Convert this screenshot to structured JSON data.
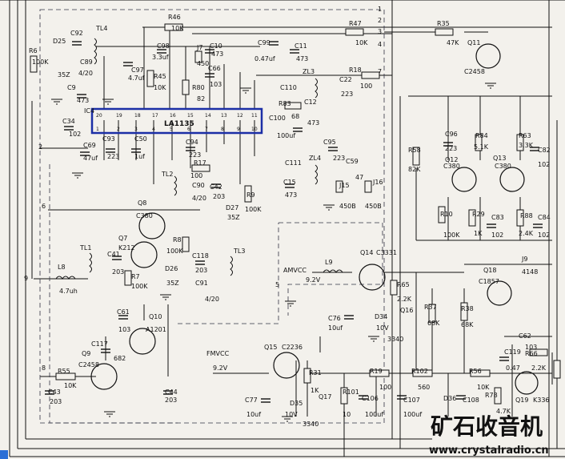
{
  "ic": {
    "ref": "IC4",
    "part": "LA1135",
    "pins_top": [
      "20",
      "19",
      "18",
      "17",
      "16",
      "15",
      "14",
      "13",
      "12",
      "11"
    ],
    "pins_bottom": [
      "1",
      "2",
      "3",
      "4",
      "5",
      "6",
      "7",
      "8",
      "9",
      "10"
    ]
  },
  "nets": [
    "1",
    "2",
    "3",
    "4",
    "5",
    "6",
    "7",
    "8",
    "9",
    "2"
  ],
  "supplies": {
    "am": "AMVCC",
    "am_v": "9.2V",
    "fm": "FMVCC",
    "fm_v": "9.2V"
  },
  "labels": {
    "r46": "R46",
    "r46v": "10K",
    "r47": "R47",
    "r47v": "10K",
    "r35": "R35",
    "r35v": "47K",
    "q11": "Q11",
    "q11p": "C2458",
    "r6": "R6",
    "r6v": "100K",
    "d25": "D25",
    "d25p": "35Z",
    "c92": "C92",
    "c89": "C89",
    "c89v": "4/20",
    "tl4": "TL4",
    "c98": "C98",
    "c98v": "3.3uf",
    "c97": "C97",
    "c97v": "4.7uf",
    "r45": "R45",
    "r45v": "10K",
    "j7": "J7",
    "j7v": "450",
    "r80": "R80",
    "r80v": "82",
    "c10": "C10",
    "c10v": "473",
    "c66": "C66",
    "c66v": "103",
    "c99": "C99",
    "c99v": "0.47uf",
    "c11": "C11",
    "c11v": "473",
    "c9": "C9",
    "c9v": "473",
    "c34": "C34",
    "c34v": "102",
    "zl3": "ZL3",
    "c22": "C22",
    "c22v": "223",
    "r18": "R18",
    "r18v": "100",
    "c110": "C110",
    "r83": "R83",
    "c12": "C12",
    "c12v": "68",
    "c12b": "473",
    "c100": "C100",
    "c100v": "100uf",
    "c69": "C69",
    "c69v": "47uf",
    "c93": "C93",
    "c93v": "223",
    "c50": "C50",
    "c50v": "1uf",
    "c94": "C94",
    "c94v": "223",
    "c95": "C95",
    "c95v": "223",
    "r17": "R17",
    "tl2": "TL2",
    "r17v": "100",
    "c90": "C90",
    "c90v": "4/20",
    "c42": "C42",
    "c42v": "203",
    "d27": "D27",
    "d27p": "35Z",
    "r9": "R9",
    "r9v": "100K",
    "c111": "C111",
    "zl4": "ZL4",
    "c59": "C59",
    "c59v": "47",
    "j15": "J15",
    "j15v": "450B",
    "j16": "J16",
    "j16v": "450B",
    "c15": "C15",
    "c15v": "473",
    "q8": "Q8",
    "q8p": "C380",
    "r8": "R8",
    "r8v": "100K",
    "tl1": "TL1",
    "l8": "L8",
    "l8v": "4.7uh",
    "q7": "Q7",
    "q7p": "K212",
    "c41": "C41",
    "c41v": "203",
    "r7": "R7",
    "r7v": "100K",
    "c118": "C118",
    "c118v": "203",
    "d26": "D26",
    "d26p": "35Z",
    "c91": "C91",
    "c91v": "4/20",
    "tl3": "TL3",
    "c61": "C61",
    "c61v": "103",
    "q10": "Q10",
    "q10p": "A1201",
    "c117": "C117",
    "c117v": "682",
    "q9": "Q9",
    "q9p": "C2458",
    "r55": "R55",
    "r55v": "10K",
    "c43": "C43",
    "c43v": "203",
    "c44": "C44",
    "c44v": "203",
    "l9": "L9",
    "q14": "Q14",
    "q14p": "C3331",
    "r65": "R65",
    "r65v": "2.2K",
    "c76": "C76",
    "c76v": "10uf",
    "d34": "D34",
    "d34v": "10V",
    "q16": "Q16",
    "q16p": "3340",
    "r58": "R58",
    "r58v": "82K",
    "c96": "C96",
    "c96v": "223",
    "r84": "R84",
    "r84v": "5.1K",
    "q12": "Q12",
    "q12p": "C380",
    "r63": "R63",
    "r63v": "3.3K",
    "q13": "Q13",
    "q13p": "C380",
    "c82": "C82",
    "c82v": "102",
    "r10": "R10",
    "r10v": "100K",
    "r29": "R29",
    "r29v": "1K",
    "c83": "C83",
    "c83v": "102",
    "r88": "R88",
    "r88v": "2.4K",
    "c84": "C84",
    "c84v": "102",
    "q18": "Q18",
    "q18p": "C1857",
    "j9": "J9",
    "j9v": "4148",
    "r37": "R37",
    "r37v": "68K",
    "r38": "R38",
    "r38v": "68K",
    "q15": "Q15",
    "q15p": "C2236",
    "r31": "R31",
    "r31v": "1K",
    "c77": "C77",
    "c77v": "10uf",
    "d35": "D35",
    "d35v": "10V",
    "q17": "Q17",
    "q17p": "3340",
    "r19": "R19",
    "r19v": "100",
    "r102": "R102",
    "r102v": "560",
    "r101": "R101",
    "r101v": "10",
    "c106": "C106",
    "c106v": "100uf",
    "c107": "C107",
    "c107v": "100uf",
    "d36": "D36",
    "c108": "C108",
    "r56": "R56",
    "r56v": "10K",
    "r78": "R78",
    "r78v": "4.7K",
    "c62": "C62",
    "c62v": "103",
    "c119": "C119",
    "c119v": "0.47",
    "r66": "R66",
    "r66v": "2.2K",
    "q19": "Q19",
    "q19p": "K336"
  },
  "watermark": {
    "title": "矿石收音机",
    "url": "www.crystalradio.cn"
  }
}
